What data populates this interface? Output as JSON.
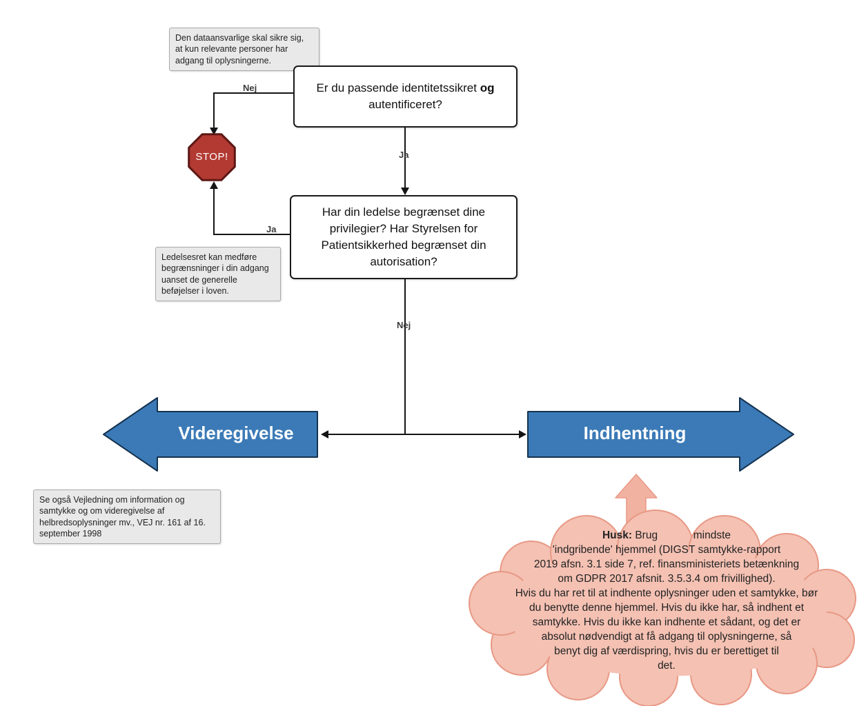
{
  "notes": {
    "top": "Den dataansvarlige skal sikre sig, at kun relevante personer har adgang til oplysningerne.",
    "ledelsesret": "Ledelsesret kan medføre begrænsninger i din adgang uanset de generelle beføjelser i loven.",
    "vejledning": "Se også Vejledning om information og samtykke og om videregivelse af helbredsoplysninger mv., VEJ nr. 161 af 16. september 1998"
  },
  "decisions": {
    "identity": {
      "prefix": "Er du passende identitetssikret ",
      "bold": "og",
      "suffix": " autentificeret?"
    },
    "privileges": "Har din ledelse begrænset dine privilegier? Har Styrelsen for Patientsikkerhed begrænset din autorisation?"
  },
  "edge_labels": {
    "nej1": "Nej",
    "ja1": "Ja",
    "ja2": "Ja",
    "nej2": "Nej"
  },
  "stop": {
    "label": "STOP!",
    "fill": "#b23a32"
  },
  "branches": {
    "left_label": "Videregivelse",
    "right_label": "Indhentning",
    "arrow_fill": "#3b7ab7"
  },
  "cloud": {
    "fill": "#f4c1b3",
    "husk": "Husk:",
    "line1_rest": " Brug            mindste",
    "lines": [
      "'indgribende' hjemmel (DIGST samtykke-rapport",
      "2019 afsn. 3.1 side 7, ref. finansministeriets betænkning",
      "om GDPR 2017 afsnit. 3.5.3.4 om frivillighed).",
      "Hvis du har ret til at indhente oplysninger uden et samtykke, bør",
      "du benytte denne hjemmel. Hvis du ikke har, så indhent et",
      "samtykke. Hvis du ikke kan indhente et sådant, og det er",
      "absolut nødvendigt at få adgang til oplysningerne, så",
      "benyt dig af værdispring, hvis du er berettiget til",
      "det."
    ]
  }
}
